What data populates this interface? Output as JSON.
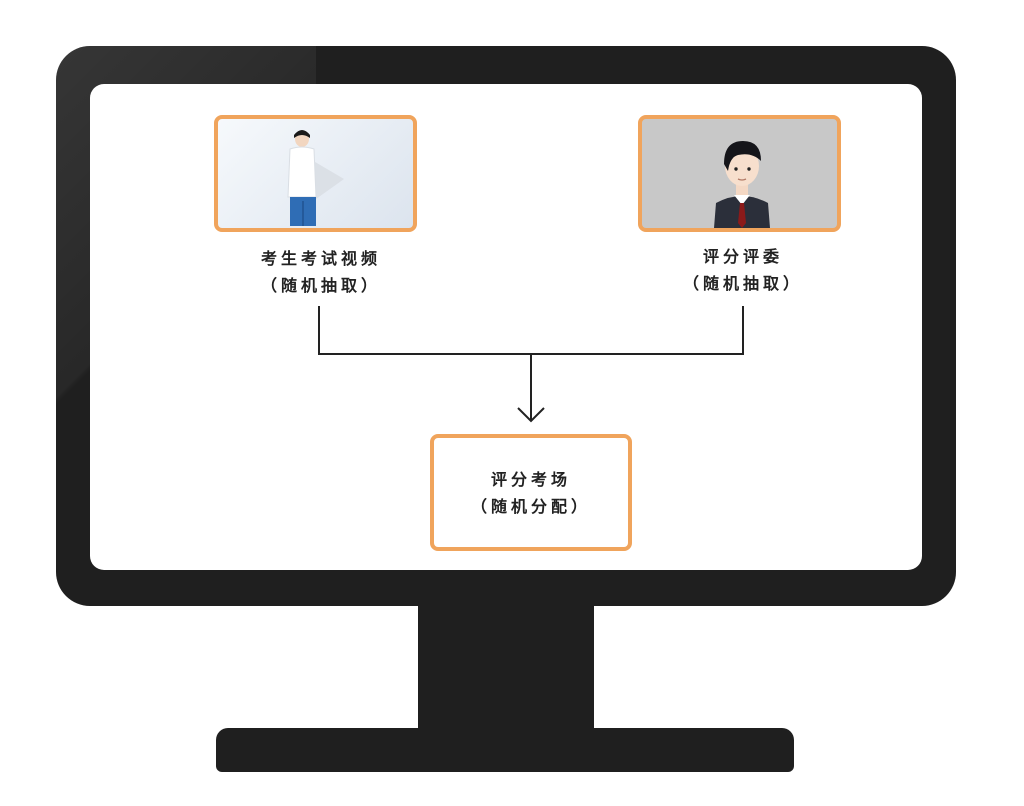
{
  "diagram": {
    "left_node": {
      "title": "考生考试视频",
      "subtitle": "（随机抽取）"
    },
    "right_node": {
      "title": "评分评委",
      "subtitle": "（随机抽取）"
    },
    "result_node": {
      "title": "评分考场",
      "subtitle": "（随机分配）"
    }
  },
  "colors": {
    "card_border": "#f0a45c",
    "monitor": "#1f1f1f",
    "line": "#222222"
  }
}
